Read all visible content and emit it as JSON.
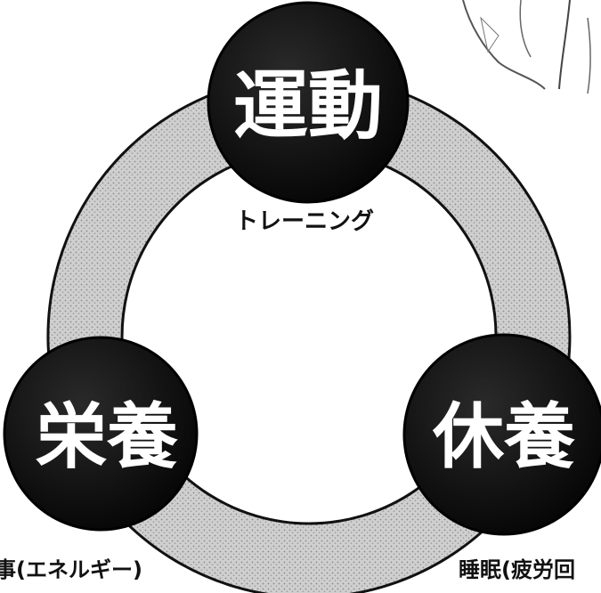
{
  "diagram": {
    "nodes": [
      {
        "id": "undo",
        "title": "運動",
        "subtitle": "トレーニング"
      },
      {
        "id": "eiyou",
        "title": "栄養",
        "subtitle": "事(エネルギー)"
      },
      {
        "id": "kyuyou",
        "title": "休養",
        "subtitle": "睡眠(疲労回"
      }
    ]
  },
  "colors": {
    "ring_fill": "#c8c8c8",
    "ring_stroke": "#111111",
    "node_fill": "#0c0c0c",
    "node_text": "#ffffff",
    "sketch_stroke": "#555555"
  }
}
